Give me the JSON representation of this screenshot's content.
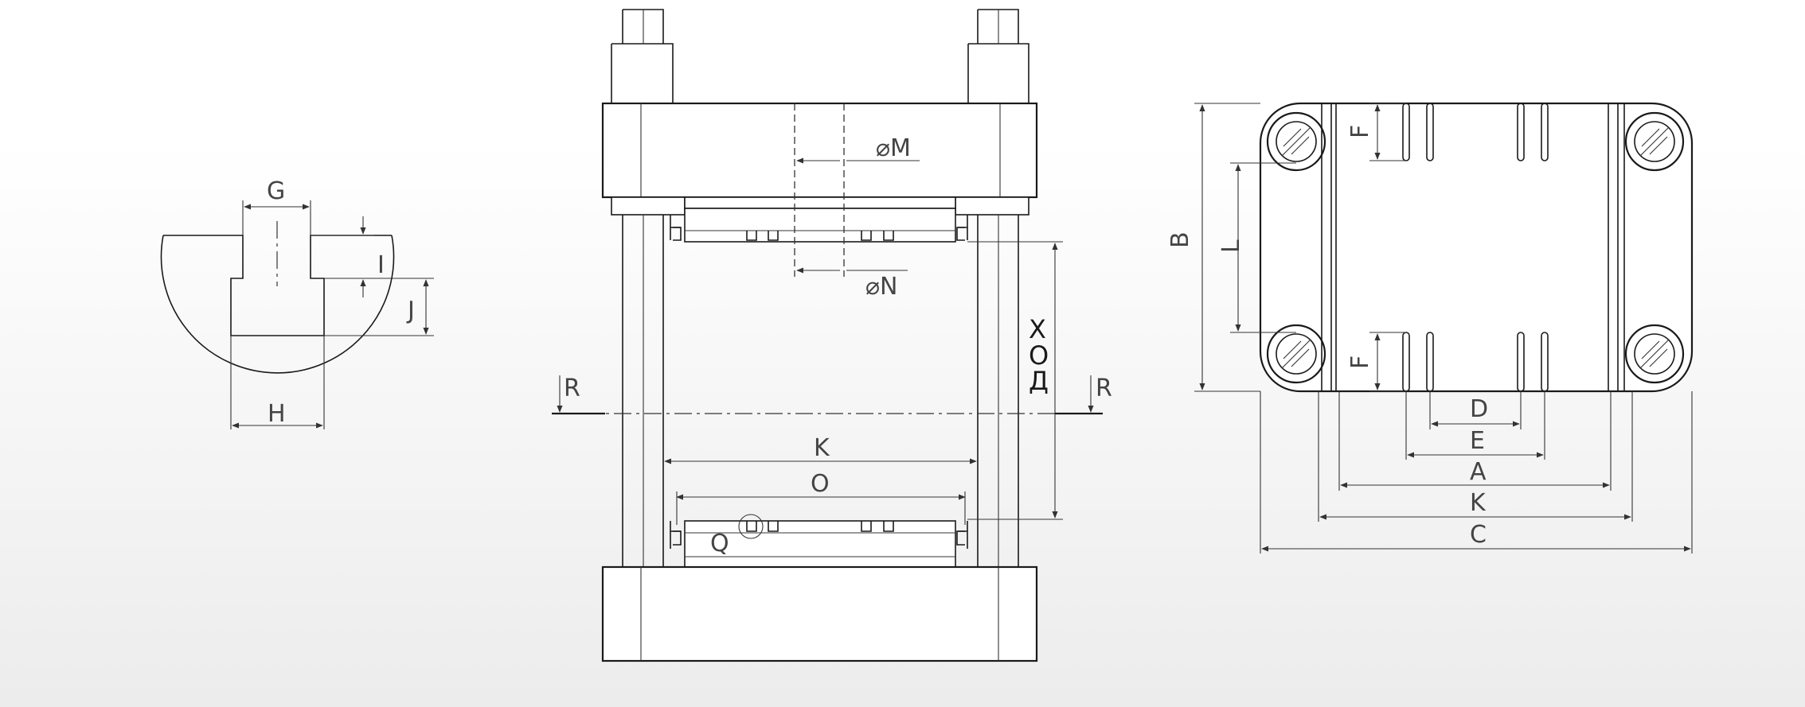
{
  "labels": {
    "G": "G",
    "I": "I",
    "J": "J",
    "H": "H",
    "M": "⌀M",
    "N": "⌀N",
    "R_left": "R",
    "R_right": "R",
    "K_mid": "K",
    "O": "O",
    "Q": "Q",
    "stroke_1": "Х",
    "stroke_2": "О",
    "stroke_3": "Д",
    "B": "B",
    "L": "L",
    "F_top": "F",
    "F_bottom": "F",
    "D": "D",
    "E": "E",
    "A": "A",
    "K_right": "K",
    "C": "C"
  },
  "colors": {
    "line": "#1a1a1a",
    "text": "#444444",
    "background_top": "#ffffff",
    "background_bottom": "#ececec"
  }
}
